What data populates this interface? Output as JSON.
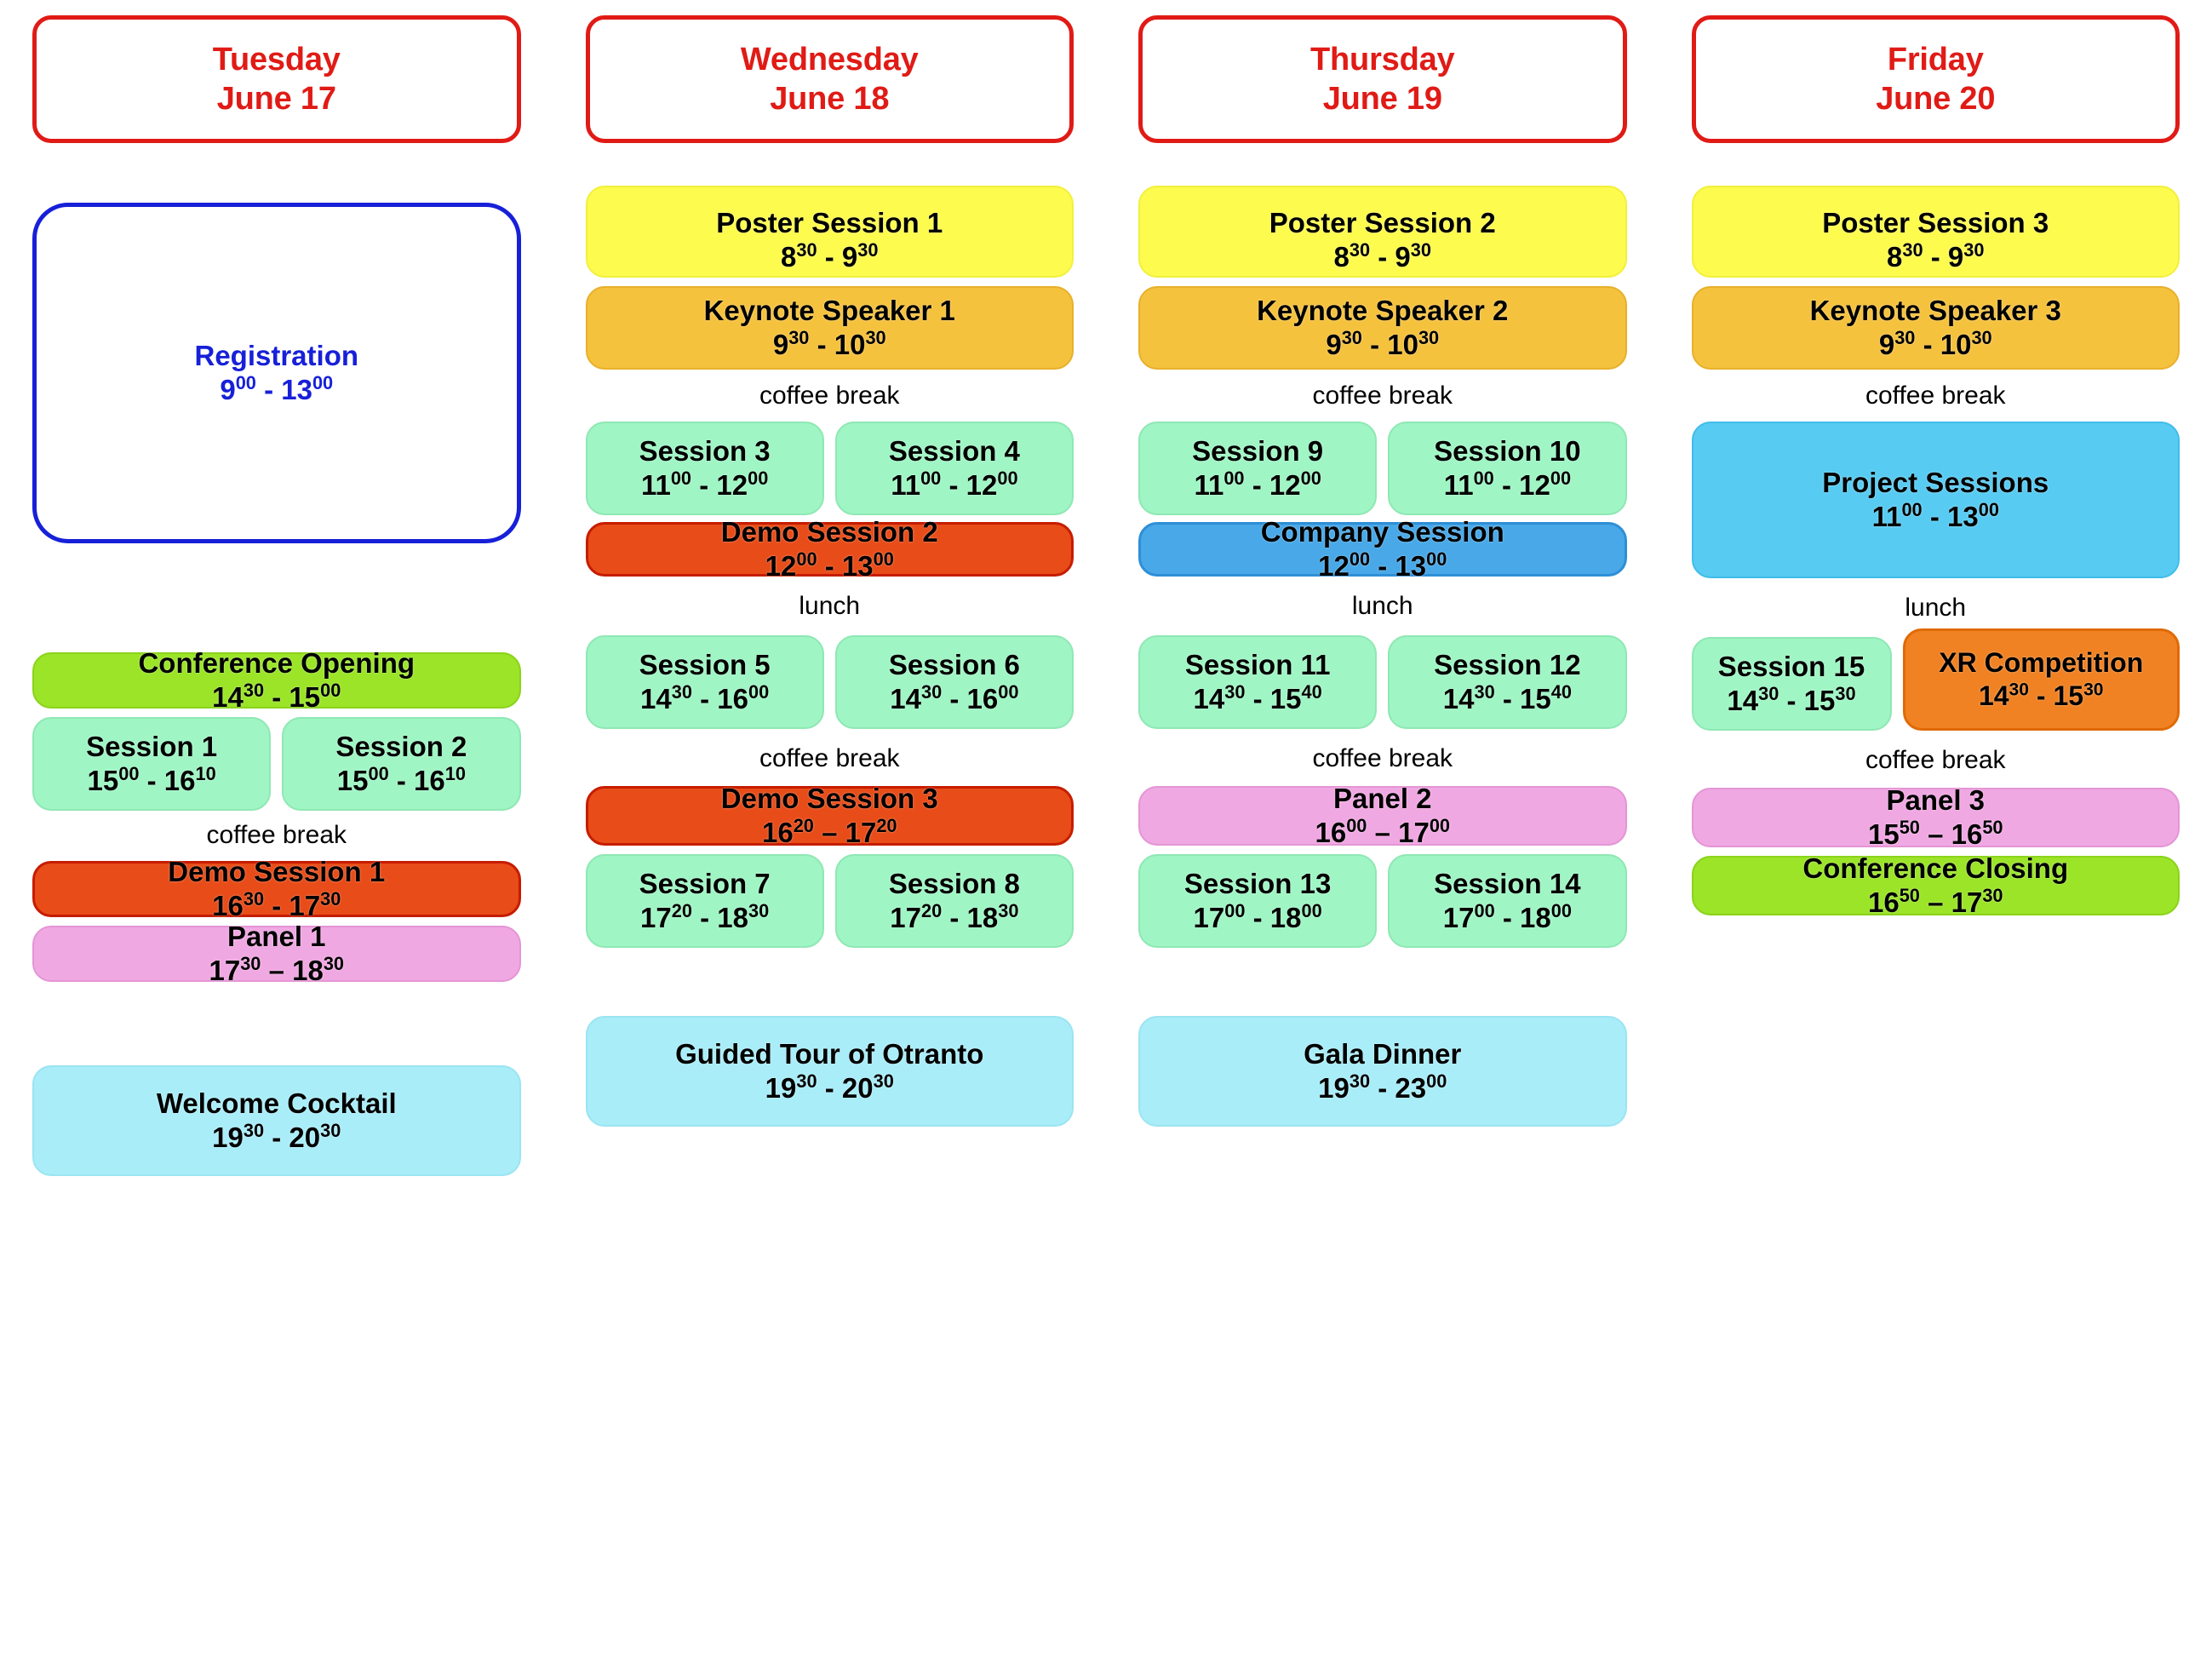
{
  "labels": {
    "coffee_break": "coffee break",
    "lunch": "lunch"
  },
  "colors": {
    "day_header_border": "#E01B16",
    "day_header_text": "#E01B16",
    "registration_outline": "#1720D8",
    "poster": "#FDFB4E",
    "keynote": "#F5C23E",
    "session": "#9FF5C4",
    "demo": "#E84C18",
    "company": "#48A8E8",
    "project": "#58CBF2",
    "panel": "#F0A8E2",
    "opening": "#9BE428",
    "xr": "#F08223",
    "evening": "#A9EDF9"
  },
  "days": [
    {
      "weekday": "Tuesday",
      "date": "June 17",
      "registration": {
        "title": "Registration",
        "time_html": "9<sup>00</sup> - 13<sup>00</sup>"
      },
      "opening": {
        "title": "Conference Opening",
        "time_html": "14<sup>30</sup> - 15<sup>00</sup>"
      },
      "sessions_a": [
        {
          "title": "Session 1",
          "time_html": "15<sup>00</sup> - 16<sup>10</sup>"
        },
        {
          "title": "Session 2",
          "time_html": "15<sup>00</sup> - 16<sup>10</sup>"
        }
      ],
      "demo": {
        "title": "Demo Session 1",
        "time_html": "16<sup>30</sup> - 17<sup>30</sup>"
      },
      "panel": {
        "title": "Panel 1",
        "time_html": "17<sup>30</sup> &#8211; 18<sup>30</sup>"
      },
      "evening": {
        "title": "Welcome Cocktail",
        "time_html": "19<sup>30</sup> - 20<sup>30</sup>"
      }
    },
    {
      "weekday": "Wednesday",
      "date": "June 18",
      "poster": {
        "title": "Poster Session 1",
        "time_html": "8<sup>30</sup> - 9<sup>30</sup>"
      },
      "keynote": {
        "title": "Keynote Speaker 1",
        "time_html": "9<sup>30</sup> - 10<sup>30</sup>"
      },
      "morning_sessions": [
        {
          "title": "Session 3",
          "time_html": "11<sup>00</sup> - 12<sup>00</sup>"
        },
        {
          "title": "Session 4",
          "time_html": "11<sup>00</sup> - 12<sup>00</sup>"
        }
      ],
      "midday": {
        "title": "Demo Session 2",
        "time_html": "12<sup>00</sup> - 13<sup>00</sup>"
      },
      "afternoon_sessions": [
        {
          "title": "Session 5",
          "time_html": "14<sup>30</sup> - 16<sup>00</sup>"
        },
        {
          "title": "Session 6",
          "time_html": "14<sup>30</sup> - 16<sup>00</sup>"
        }
      ],
      "late": {
        "title": "Demo Session 3",
        "time_html": "16<sup>20</sup> &#8211; 17<sup>20</sup>"
      },
      "evening_sessions": [
        {
          "title": "Session 7",
          "time_html": "17<sup>20</sup> - 18<sup>30</sup>"
        },
        {
          "title": "Session 8",
          "time_html": "17<sup>20</sup> - 18<sup>30</sup>"
        }
      ],
      "evening": {
        "title": "Guided Tour of Otranto",
        "time_html": "19<sup>30</sup> - 20<sup>30</sup>"
      }
    },
    {
      "weekday": "Thursday",
      "date": "June 19",
      "poster": {
        "title": "Poster Session 2",
        "time_html": "8<sup>30</sup> - 9<sup>30</sup>"
      },
      "keynote": {
        "title": "Keynote Speaker 2",
        "time_html": "9<sup>30</sup> - 10<sup>30</sup>"
      },
      "morning_sessions": [
        {
          "title": "Session 9",
          "time_html": "11<sup>00</sup> - 12<sup>00</sup>"
        },
        {
          "title": "Session 10",
          "time_html": "11<sup>00</sup> - 12<sup>00</sup>"
        }
      ],
      "midday": {
        "title": "Company Session",
        "time_html": "12<sup>00</sup> - 13<sup>00</sup>"
      },
      "afternoon_sessions": [
        {
          "title": "Session 11",
          "time_html": "14<sup>30</sup> - 15<sup>40</sup>"
        },
        {
          "title": "Session 12",
          "time_html": "14<sup>30</sup> - 15<sup>40</sup>"
        }
      ],
      "late": {
        "title": "Panel 2",
        "time_html": "16<sup>00</sup> &#8211; 17<sup>00</sup>"
      },
      "evening_sessions": [
        {
          "title": "Session 13",
          "time_html": "17<sup>00</sup> - 18<sup>00</sup>"
        },
        {
          "title": "Session 14",
          "time_html": "17<sup>00</sup> - 18<sup>00</sup>"
        }
      ],
      "evening": {
        "title": "Gala Dinner",
        "time_html": "19<sup>30</sup> - 23<sup>00</sup>"
      }
    },
    {
      "weekday": "Friday",
      "date": "June 20",
      "poster": {
        "title": "Poster Session 3",
        "time_html": "8<sup>30</sup> - 9<sup>30</sup>"
      },
      "keynote": {
        "title": "Keynote Speaker 3",
        "time_html": "9<sup>30</sup> - 10<sup>30</sup>"
      },
      "project": {
        "title": "Project Sessions",
        "time_html": "11<sup>00</sup> - 13<sup>00</sup>"
      },
      "session15": {
        "title": "Session 15",
        "time_html": "14<sup>30</sup> - 15<sup>30</sup>"
      },
      "xr": {
        "title": "XR Competition",
        "time_html": "14<sup>30</sup> - 15<sup>30</sup>"
      },
      "panel": {
        "title": "Panel 3",
        "time_html": "15<sup>50</sup> &#8211; 16<sup>50</sup>"
      },
      "closing": {
        "title": "Conference Closing",
        "time_html": "16<sup>50</sup> &#8211; 17<sup>30</sup>"
      }
    }
  ]
}
